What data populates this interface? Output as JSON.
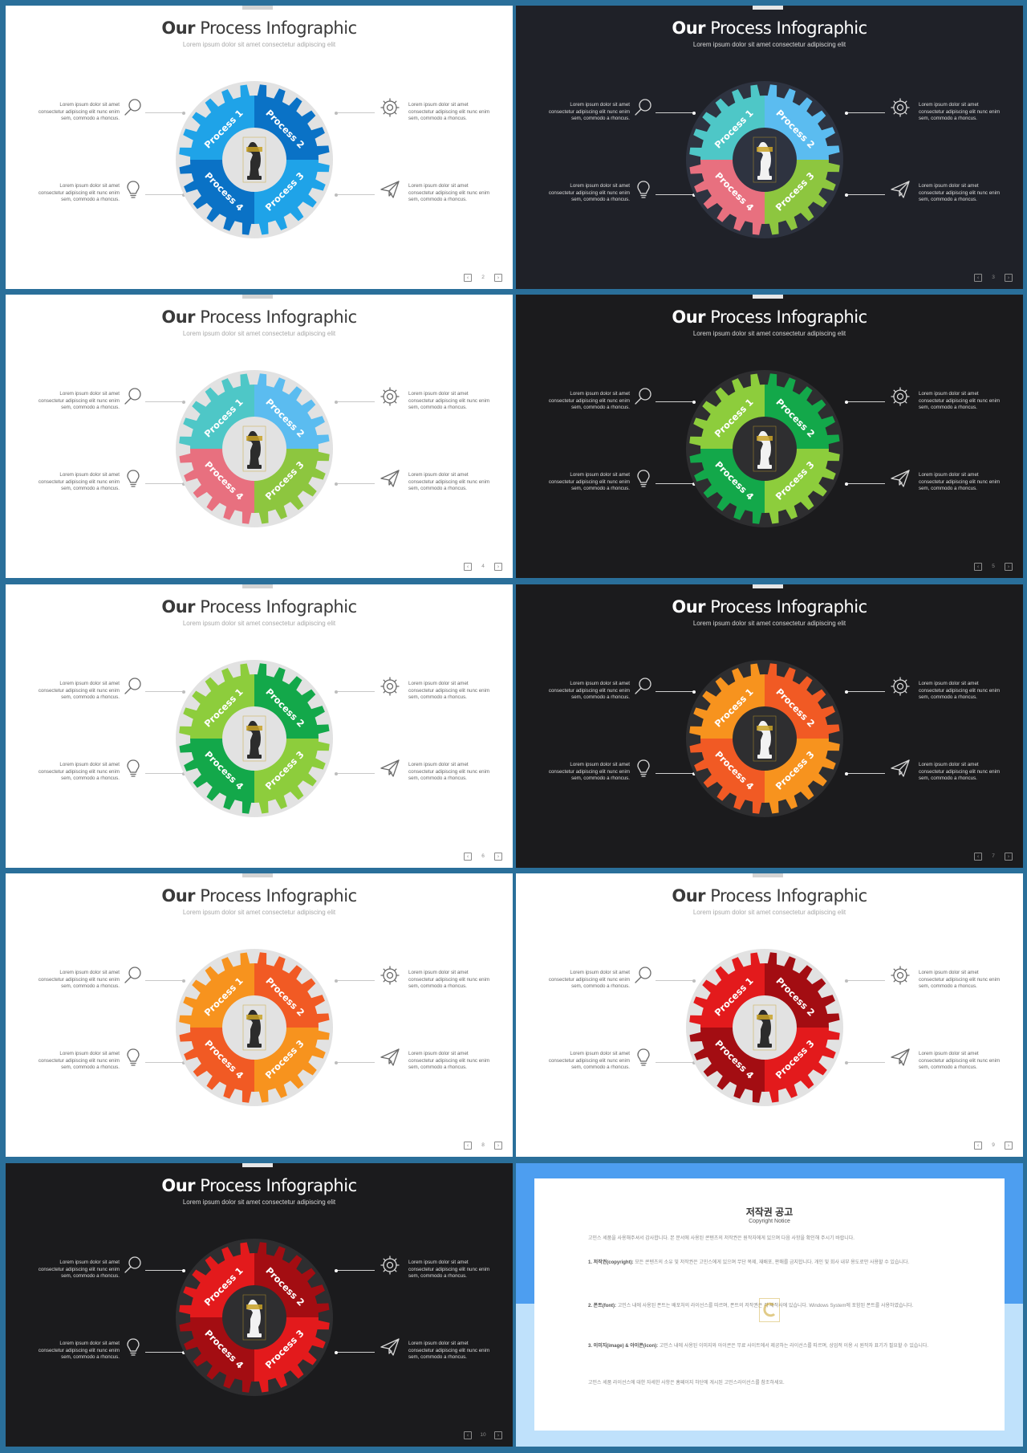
{
  "slide_title": {
    "bold": "Our",
    "rest": " Process Infographic"
  },
  "slide_subtitle": "Lorem ipsum dolor sit amet consectetur adipiscing elit",
  "description": "Lorem ipsum dolor sit amet consectetur adipiscing elit nunc enim sem, commodo a rhoncus.",
  "segment_labels": [
    "Process 1",
    "Process 2",
    "Process 3",
    "Process 4"
  ],
  "icons": {
    "left_top": "magnifier-icon",
    "left_bottom": "lightbulb-icon",
    "right_top": "gear-icon",
    "right_bottom": "paper-plane-icon"
  },
  "slides": [
    {
      "page": "2",
      "theme": "light",
      "colors": [
        "#1fa3e8",
        "#0a72c6",
        "#1fa3e8",
        "#0a72c6"
      ],
      "ring": "#e2e2e2",
      "center": "#e2e2e2"
    },
    {
      "page": "3",
      "theme": "dark",
      "colors": [
        "#4ec7c7",
        "#5bbcf0",
        "#8dc63f",
        "#e8707f"
      ],
      "ring": "#2e3340",
      "center": "#2e3340"
    },
    {
      "page": "4",
      "theme": "light",
      "colors": [
        "#4ec7c7",
        "#5bbcf0",
        "#8dc63f",
        "#e8707f"
      ],
      "ring": "#e2e2e2",
      "center": "#e2e2e2"
    },
    {
      "page": "5",
      "theme": "black",
      "colors": [
        "#8dcd3c",
        "#13a84a",
        "#8dcd3c",
        "#13a84a"
      ],
      "ring": "#2e2e30",
      "center": "#2e2e30"
    },
    {
      "page": "6",
      "theme": "light",
      "colors": [
        "#8dcd3c",
        "#13a84a",
        "#8dcd3c",
        "#13a84a"
      ],
      "ring": "#e2e2e2",
      "center": "#e2e2e2"
    },
    {
      "page": "7",
      "theme": "black",
      "colors": [
        "#f7931e",
        "#f15a24",
        "#f7931e",
        "#f15a24"
      ],
      "ring": "#2e2e30",
      "center": "#2e2e30"
    },
    {
      "page": "8",
      "theme": "light",
      "colors": [
        "#f7931e",
        "#f15a24",
        "#f7931e",
        "#f15a24"
      ],
      "ring": "#e2e2e2",
      "center": "#e2e2e2"
    },
    {
      "page": "9",
      "theme": "light",
      "colors": [
        "#e31a1c",
        "#a30d12",
        "#e31a1c",
        "#a30d12"
      ],
      "ring": "#e2e2e2",
      "center": "#e2e2e2"
    },
    {
      "page": "10",
      "theme": "black",
      "colors": [
        "#e31a1c",
        "#a30d12",
        "#e31a1c",
        "#a30d12"
      ],
      "ring": "#2e2e30",
      "center": "#2e2e30"
    }
  ],
  "copyright": {
    "title": "저작권 공고",
    "subtitle": "Copyright Notice",
    "intro": "고민스 세품을 사용해주셔서 감사합니다. 본 문서에 사용된 콘텐츠의 저작권은 원작자에게 있으며 다음 사항을 확인해 주시기 바랍니다.",
    "p1_head": "1. 저작권(copyright):",
    "p1_body": " 모든 콘텐츠의 소유 및 저작권은 고민스에게 있으며 무단 복제, 재배포, 판매를 금지합니다. 개인 및 회사 내부 용도로만 사용할 수 있습니다.",
    "p2_head": "2. 폰트(font):",
    "p2_body": " 고민스 내에 사용된 폰트는 배포처의 라이선스를 따르며, 폰트의 저작권은 각 제작사에 있습니다. Windows System에 포함된 폰트를 사용하였습니다.",
    "p3_head": "3. 이미지(image) & 아이콘(icon):",
    "p3_body": " 고민스 내에 사용된 이미지와 아이콘은 무료 사이트에서 제공하는 라이선스를 따르며, 상업적 이용 시 원작자 표기가 필요할 수 있습니다.",
    "outro": "고민스 세품 라이선스에 대한 자세한 사항은 홈페이지 하단에 게시된 고민스라이선스를 참조하세요."
  }
}
